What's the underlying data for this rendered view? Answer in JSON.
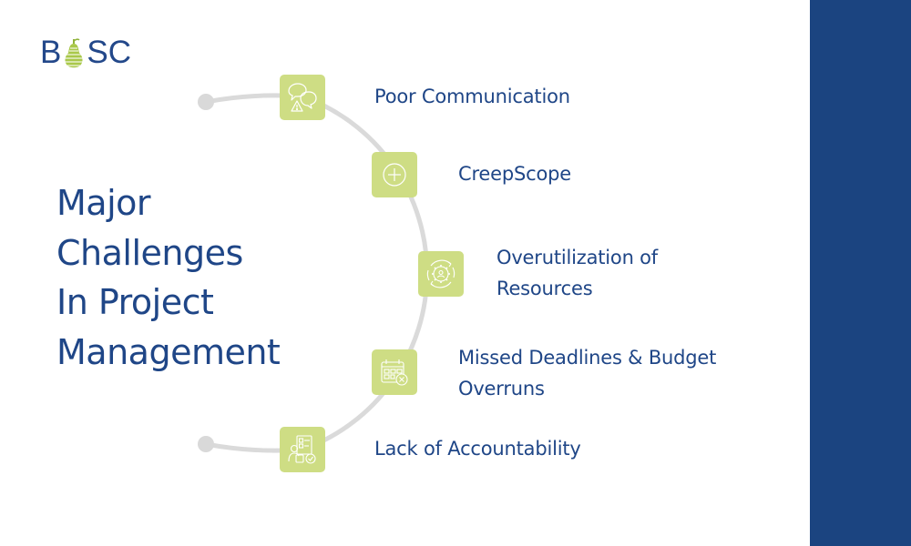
{
  "logo": {
    "left": "B",
    "right": "SC",
    "icon": "pear-icon"
  },
  "title": {
    "lines": [
      "Major",
      "Challenges",
      "In Project",
      "Management"
    ]
  },
  "colors": {
    "primary": "#1f4687",
    "panel": "#1b4480",
    "icon_bg": "#cedd84",
    "arc": "#dadada"
  },
  "challenges": [
    {
      "label_lines": [
        "Poor Communication"
      ],
      "icon": "chat-warning-icon"
    },
    {
      "label_lines": [
        "CreepScope"
      ],
      "icon": "plus-circle-icon"
    },
    {
      "label_lines": [
        "Overutilization of",
        "Resources"
      ],
      "icon": "gear-user-cycle-icon"
    },
    {
      "label_lines": [
        "Missed Deadlines & Budget",
        "Overruns"
      ],
      "icon": "calendar-cancel-icon"
    },
    {
      "label_lines": [
        "Lack of Accountability"
      ],
      "icon": "checklist-person-icon"
    }
  ]
}
